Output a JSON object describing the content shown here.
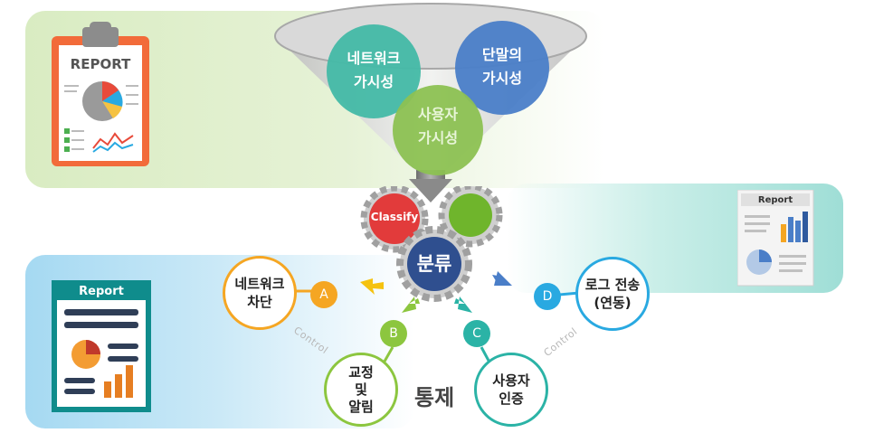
{
  "funnel": {
    "bubbles": [
      {
        "line1": "네트워크",
        "line2": "가시성",
        "color": "#43b9a6"
      },
      {
        "line1": "단말의",
        "line2": "가시성",
        "color": "#4a7ec8"
      },
      {
        "line1": "사용자",
        "line2": "가시성",
        "color": "#8cc152"
      }
    ]
  },
  "gears": {
    "classify_label": "Classify",
    "center_label": "분류"
  },
  "reports": {
    "left_top_title": "REPORT",
    "right_title": "Report",
    "left_bottom_title": "Report"
  },
  "nodes": {
    "a": {
      "letter": "A",
      "line1": "네트워크",
      "line2": "차단",
      "color": "#f5a623"
    },
    "b": {
      "letter": "B",
      "line1": "교정",
      "line2": "및",
      "line3": "알림",
      "color": "#8cc63f"
    },
    "c": {
      "letter": "C",
      "line1": "사용자",
      "line2": "인증",
      "color": "#2bb3a6"
    },
    "d": {
      "letter": "D",
      "line1": "로그 전송",
      "line2": "(연동)",
      "color": "#29a9e1"
    }
  },
  "control_left": "Control",
  "control_right": "Control",
  "center_title": "통제"
}
